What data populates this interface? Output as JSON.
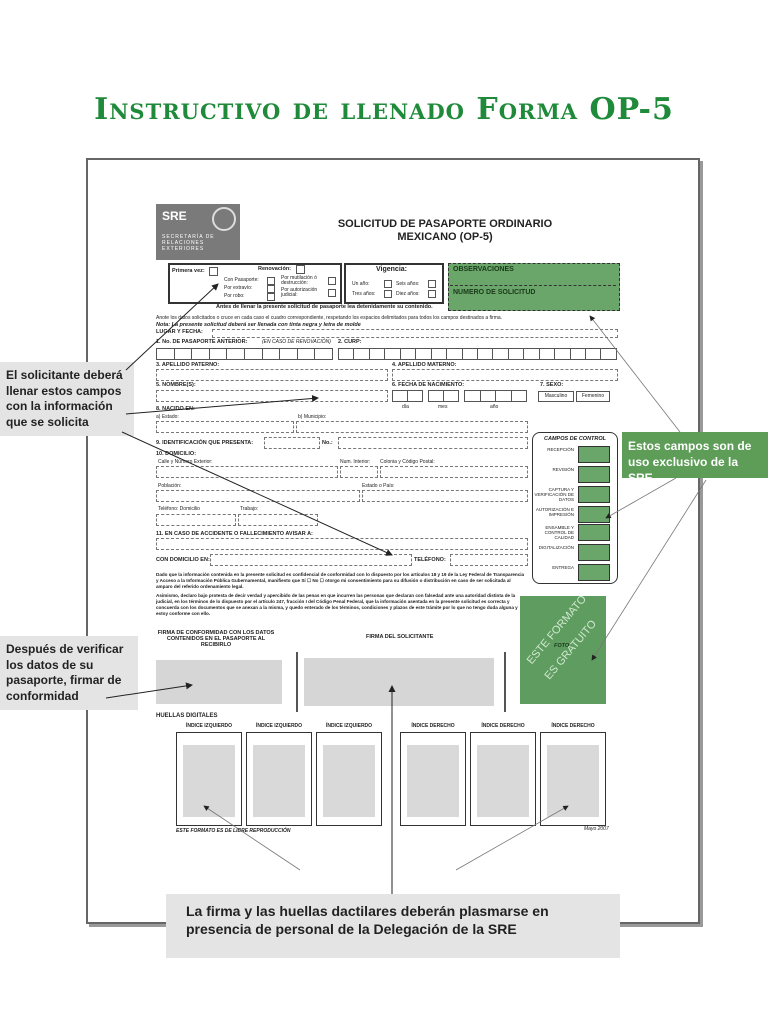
{
  "page_title": "Instructivo de llenado Forma OP-5",
  "logo": {
    "acronym": "SRE",
    "subtitle": "SECRETARÍA DE RELACIONES EXTERIORES"
  },
  "form": {
    "title_line1": "SOLICITUD DE PASAPORTE ORDINARIO",
    "title_line2": "MEXICANO (OP-5)",
    "primera_vez": "Primera vez:",
    "renovacion": "Renovación:",
    "con_pasaporte": "Con Pasaporte:",
    "por_extravio": "Por extravío:",
    "por_robo": "Por robo:",
    "por_mutilacion": "Por mutilación ó destrucción:",
    "por_autorizacion": "Por autorización judicial:",
    "vigencia": "Vigencia:",
    "un_ano": "Un año:",
    "seis_anos": "Seis años:",
    "tres_anos": "Tres años:",
    "diez_anos": "Diez años:",
    "observaciones": "OBSERVACIONES",
    "numero_solicitud": "NUMERO DE SOLICITUD",
    "antes_llenar": "Antes de llenar la presente solicitud de pasaporte lea detenidamente su contenido.",
    "anote": "Anote los datos solicitados o cruce en cada caso el cuadro correspondiente, respetando los espacios delimitados para todos los campos destinados a firma.",
    "nota": "Nota: La presente solicitud deberá ser llenada con tinta negra y letra de molde",
    "lugar_fecha": "LUGAR Y FECHA:",
    "f1": "1. No. DE PASAPORTE ANTERIOR:",
    "f1_note": "(EN CASO DE RENOVACIÓN)",
    "f2": "2. CURP:",
    "f3": "3. APELLIDO PATERNO:",
    "f4": "4. APELLIDO MATERNO:",
    "f5": "5. NOMBRE(S):",
    "f6": "6. FECHA DE NACIMIENTO:",
    "f7": "7. SEXO:",
    "masculino": "Masculino",
    "femenino": "Femenino",
    "dia": "día",
    "mes": "mes",
    "ano": "año",
    "f8": "8. NACIDO EN:",
    "estado": "a) Estado:",
    "municipio": "b) Municipio:",
    "f9": "9. IDENTIFICACIÓN QUE PRESENTA:",
    "no": "No.:",
    "f10": "10. DOMICILIO:",
    "calle": "Calle y Número Exterior:",
    "num_interior": "Num. Interior:",
    "colonia": "Colonia y Código Postal:",
    "poblacion": "Población:",
    "estado_pais": "Estado o País:",
    "telefono_domicilio": "Teléfono:  Domicilio",
    "trabajo": "Trabajo:",
    "f11": "11. EN CASO DE ACCIDENTE O FALLECIMIENTO AVISAR A:",
    "con_domicilio": "CON DOMICILIO EN:",
    "telefono": "TELÉFONO:",
    "legal1": "Dado que la información contenida en la presente solicitud es confidencial de conformidad con lo dispuesto por los artículos 18 y 19 de la Ley Federal de Transparencia y Acceso a la Información Pública Gubernamental, manifiesto que Sí ☐ No ☐ otorgo mi consentimiento para su difusión o distribución en caso de ser solicitada al amparo del referido ordenamiento legal.",
    "legal2": "Asimismo, declaro bajo protesta de decir verdad y apercibido de las penas en que incurren las personas que declaran con falsedad ante una autoridad distinta de la judicial, en los términos de lo dispuesto por el artículo 247, fracción I del Código Penal Federal, que la información asentada en la presente solicitud es correcta y concuerda con los documentos que se anexan a la misma, y quedo enterado de los términos, condiciones y plazos de este trámite por lo que no tengo duda alguna y estoy conforme con ello.",
    "firma_conformidad": "FIRMA DE CONFORMIDAD CON LOS DATOS CONTENIDOS EN EL PASAPORTE AL RECIBIRLO",
    "firma_solicitante": "FIRMA DEL SOLICITANTE",
    "campos_control": "CAMPOS DE CONTROL",
    "control_items": [
      "RECEPCIÓN",
      "REVISIÓN",
      "CAPTURA Y VERIFICACIÓN DE DATOS",
      "AUTORIZACIÓN E IMPRESIÓN",
      "ENSAMBLE Y CONTROL DE CALIDAD",
      "DIGITALIZACIÓN",
      "ENTREGA"
    ],
    "foto": "FOTO",
    "watermark1": "ESTE FORMATO",
    "watermark2": "ES GRATUITO",
    "huellas": "HUELLAS DIGITALES",
    "finger_labels": [
      "ÍNDICE IZQUIERDO",
      "ÍNDICE IZQUIERDO",
      "ÍNDICE IZQUIERDO",
      "ÍNDICE DERECHO",
      "ÍNDICE DERECHO",
      "ÍNDICE DERECHO"
    ],
    "libre": "ESTE FORMATO ES DE LIBRE REPRODUCCIÓN",
    "date": "Mayo 2007"
  },
  "callouts": {
    "left_top": "El solicitante deberá llenar estos campos con la información que se solicita",
    "right": "Estos campos son de uso exclusivo de la SRE",
    "left_bottom": "Después de verificar los datos de su pasaporte, firmar de conformidad",
    "bottom": "La firma y las huellas dactilares deberán plasmarse en presencia de personal de la Delegación de la SRE"
  },
  "colors": {
    "title_green": "#1e8a3a",
    "form_green": "#6aa56a",
    "callout_green": "#5d9d57",
    "callout_gray": "#e4e4e4"
  }
}
